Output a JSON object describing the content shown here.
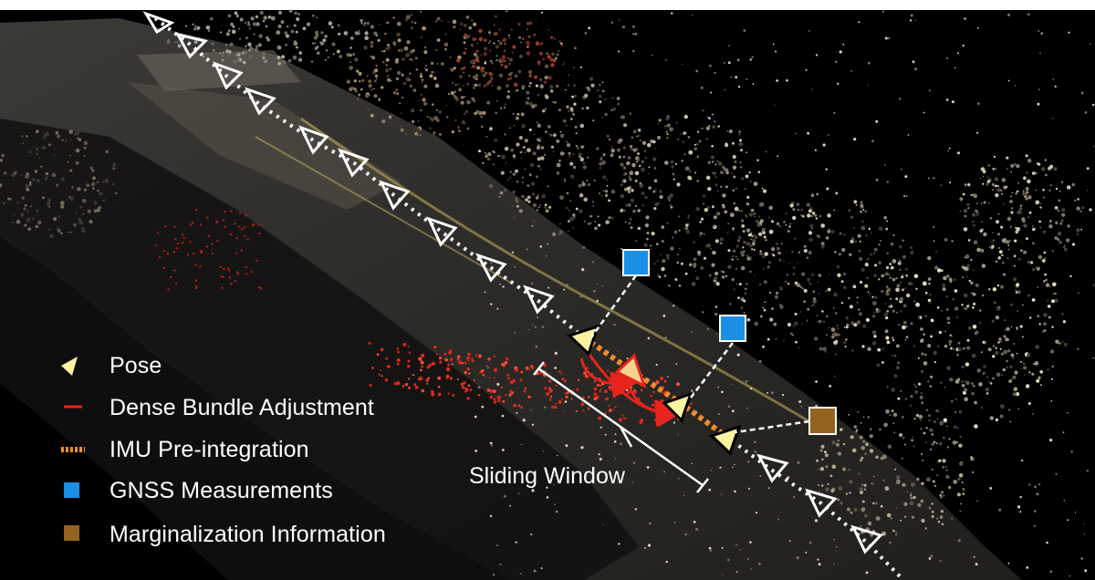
{
  "legend": {
    "pose": "Pose",
    "dba": "Dense Bundle Adjustment",
    "imu": "IMU Pre-integration",
    "gnss": "GNSS Measurements",
    "marg": "Marginalization Information"
  },
  "annotations": {
    "sliding_window": "Sliding Window"
  },
  "colors": {
    "background": "#000000",
    "pose_fill": "#fbf3a2",
    "dense_ba": "#e8241c",
    "imu": "#f08c2c",
    "gnss": "#1a8fe6",
    "marginalization": "#93631f",
    "trajectory": "#ffffff"
  },
  "icons": [
    "pose-triangle-icon",
    "red-line-icon",
    "orange-dashed-line-icon",
    "blue-square-icon",
    "brown-square-icon"
  ]
}
